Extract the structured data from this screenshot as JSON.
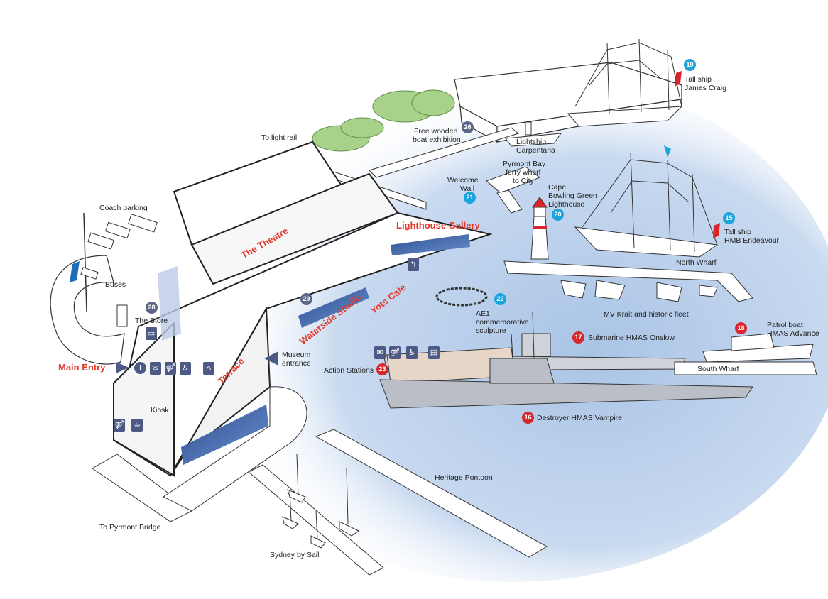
{
  "colors": {
    "water": "#a9c4e6",
    "building_fill": "#ffffff",
    "building_stroke": "#222222",
    "label_red": "#e2392c",
    "marker_blue": "#1aa3dd",
    "marker_red": "#d9262b",
    "marker_gray": "#5c6687",
    "icon_navy": "#4d5a86",
    "tree_green": "#a8d28a"
  },
  "areas": {
    "main_entry": "Main Entry",
    "theatre": "The Theatre",
    "terrace": "Terrace",
    "lighthouse_gallery": "Lighthouse Gallery",
    "waterside_studio": "Waterside Studio",
    "yots_cafe": "Yots Cafe"
  },
  "labels": {
    "to_light_rail": "To light rail",
    "coach_parking": "Coach parking",
    "buses": "Buses",
    "the_store": "The Store",
    "kiosk": "Kiosk",
    "to_pyrmont_bridge": "To Pyrmont Bridge",
    "sydney_by_sail": "Sydney by Sail",
    "heritage_pontoon": "Heritage Pontoon",
    "museum_entrance_1": "Museum",
    "museum_entrance_2": "entrance",
    "action_stations": "Action Stations",
    "ae1_1": "AE1",
    "ae1_2": "commemorative",
    "ae1_3": "sculpture",
    "welcome_wall_1": "Welcome",
    "welcome_wall_2": "Wall",
    "pyrmont_ferry_1": "Pyrmont Bay",
    "pyrmont_ferry_2": "ferry wharf",
    "pyrmont_ferry_3": "to City",
    "cape_bowling_1": "Cape",
    "cape_bowling_2": "Bowling Green",
    "cape_bowling_3": "Lighthouse",
    "free_wooden_1": "Free wooden",
    "free_wooden_2": "boat exhibition",
    "lightship_1": "Lightship",
    "lightship_2": "Carpentaria",
    "james_craig_1": "Tall ship",
    "james_craig_2": "James Craig",
    "endeavour_1": "Tall ship",
    "endeavour_2": "HMB Endeavour",
    "north_wharf": "North Wharf",
    "mv_krait": "MV Krait and historic fleet",
    "submarine": "Submarine HMAS Onslow",
    "patrol_1": "Patrol boat",
    "patrol_2": "HMAS Advance",
    "south_wharf": "South Wharf",
    "destroyer": "Destroyer HMAS Vampire"
  },
  "markers": {
    "m15": "15",
    "m16": "16",
    "m17": "17",
    "m18": "18",
    "m19": "19",
    "m20": "20",
    "m21": "21",
    "m22": "22",
    "m23": "23",
    "m26": "26",
    "m28": "28",
    "m29": "29"
  },
  "icons": {
    "main_entry_icons": [
      "info-icon",
      "ticket-icon",
      "toilets-icon",
      "accessible-icon",
      "cloakroom-icon"
    ],
    "museum_entrance_icons": [
      "ticket-icon",
      "toilets-icon",
      "accessible-icon",
      "baby-change-icon"
    ],
    "kiosk_icons": [
      "toilets-icon",
      "cafe-icon"
    ]
  }
}
